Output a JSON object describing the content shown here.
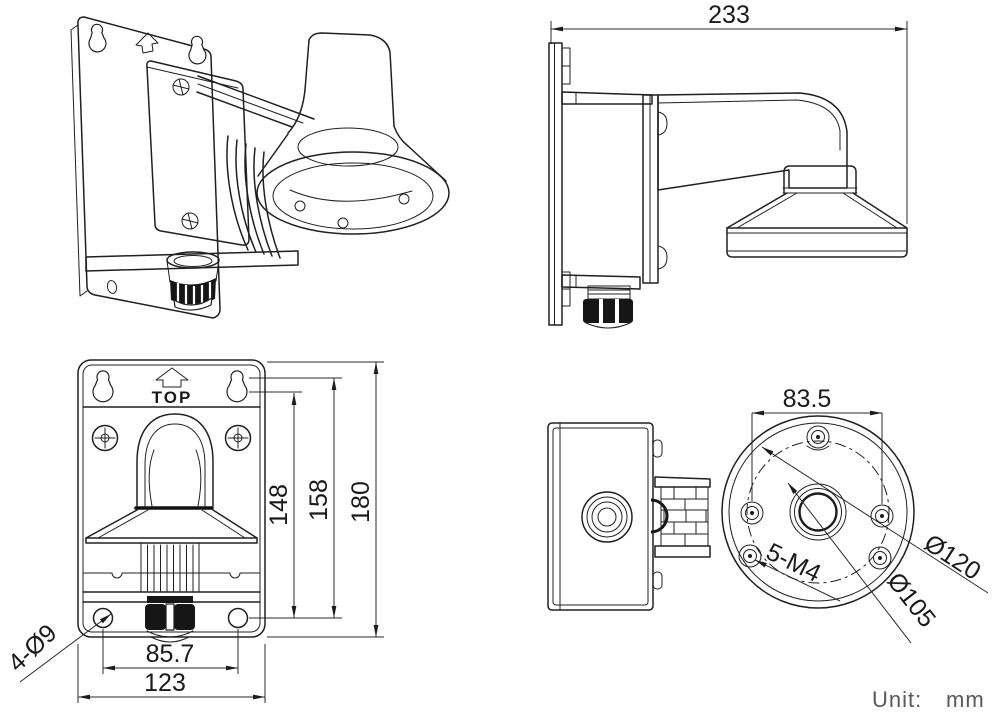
{
  "drawing": {
    "unit": {
      "label": "Unit:",
      "value": "mm"
    },
    "marking_top": "TOP",
    "dims": {
      "depth": "233",
      "plate_width": "123",
      "hole_spacing_h": "85.7",
      "mount_holes": "4-Ø9",
      "h_inner": "148",
      "h_mid": "158",
      "plate_height": "180",
      "base_hole_spacing": "83.5",
      "base_threads": "5-M4",
      "base_dia_outer": "Ø120",
      "base_dia_inner": "Ø105"
    }
  }
}
